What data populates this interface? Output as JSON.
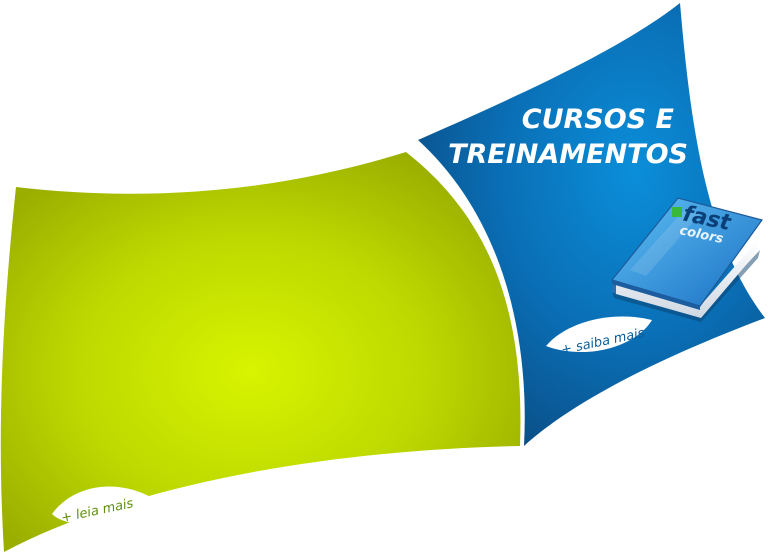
{
  "blue_panel": {
    "title_line1": "CURSOS E",
    "title_line2": "TREINAMENTOS",
    "link_label": "+ saiba mais",
    "book": {
      "brand_line1": "fast",
      "brand_line2": "colors"
    }
  },
  "green_panel": {
    "link_label": "+ leia mais"
  },
  "colors": {
    "green_center": "#d6f200",
    "green_edge": "#9db400",
    "blue_center": "#0a8ad8",
    "blue_edge": "#0a4f86",
    "leaf_text": "#5e8f0a"
  },
  "icons": {
    "book": "book-icon",
    "leaf_green": "leaf-icon",
    "leaf_blue": "leaf-icon"
  }
}
